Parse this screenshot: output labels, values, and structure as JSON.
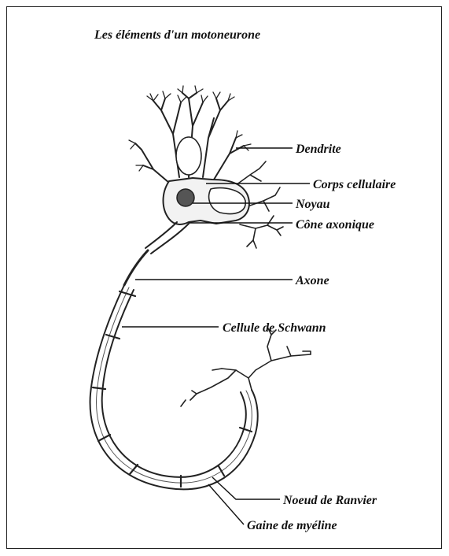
{
  "title": "Les éléments d'un motoneurone",
  "labels": {
    "dendrite": "Dendrite",
    "corps_cellulaire": "Corps cellulaire",
    "noyau": "Noyau",
    "cone_axonique": "Cône axonique",
    "axone": "Axone",
    "cellule_schwann": "Cellule de Schwann",
    "noeud_ranvier": "Noeud de Ranvier",
    "gaine_myeline": "Gaine de myéline"
  }
}
